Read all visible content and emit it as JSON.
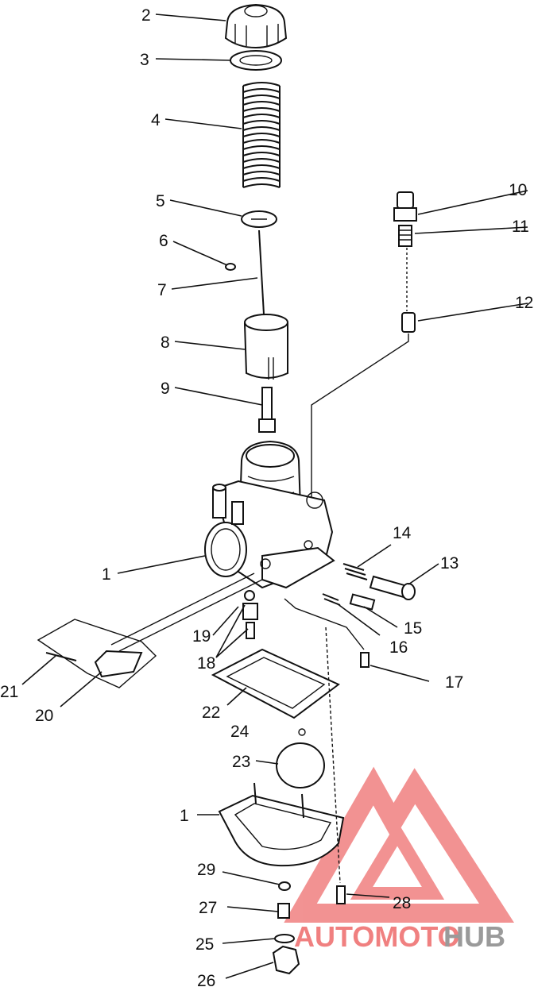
{
  "callouts": {
    "c1a": "1",
    "c1b": "1",
    "c2": "2",
    "c3": "3",
    "c4": "4",
    "c5": "5",
    "c6": "6",
    "c7": "7",
    "c8": "8",
    "c9": "9",
    "c10": "10",
    "c11": "11",
    "c12": "12",
    "c13": "13",
    "c14": "14",
    "c15": "15",
    "c16": "16",
    "c17": "17",
    "c18": "18",
    "c19": "19",
    "c20": "20",
    "c21": "21",
    "c22": "22",
    "c23": "23",
    "c24": "24",
    "c25": "25",
    "c26": "26",
    "c27": "27",
    "c28": "28",
    "c29": "29"
  },
  "watermark": {
    "brand_part1": "AUTOMOTO",
    "brand_part2": "HUB",
    "color_primary": "#f08080",
    "color_secondary": "#9a9a9a"
  }
}
